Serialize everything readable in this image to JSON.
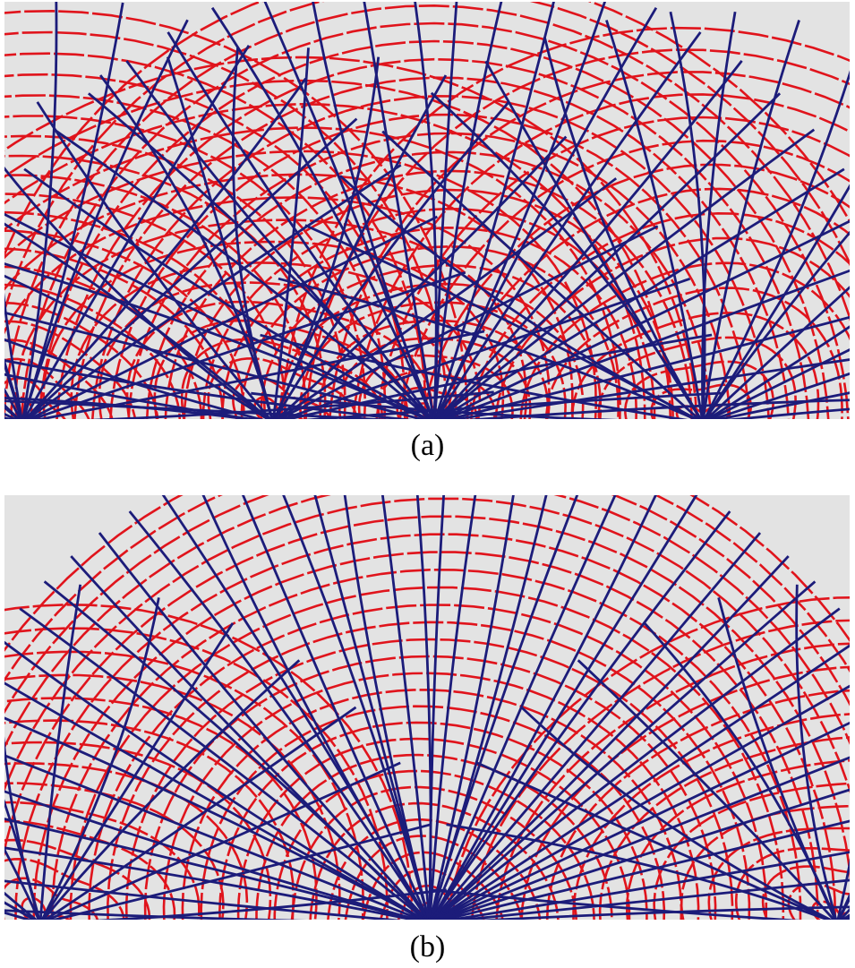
{
  "figure": {
    "background_color": "#e3e3e3",
    "family_1_color": "#e0141c",
    "family_2_color": "#1c1c7a",
    "panels": [
      {
        "id": "a",
        "caption": "(a)"
      },
      {
        "id": "b",
        "caption": "(b)"
      }
    ]
  }
}
